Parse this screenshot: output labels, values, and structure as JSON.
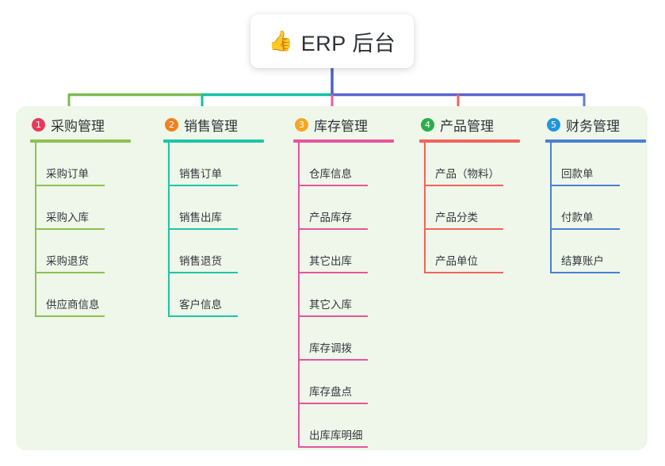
{
  "diagram": {
    "type": "mind-map",
    "root": {
      "icon": "thumbs-up-icon",
      "glyph": "👍",
      "title": "ERP 后台"
    },
    "panel_color": "#eef7e9",
    "trunk_color": "#4a62c8",
    "branches": [
      {
        "number": "1",
        "title": "采购管理",
        "badge_color": "#e8395c",
        "line_color": "#8cc152",
        "connector_color": "#7cbb4f",
        "items": [
          "采购订单",
          "采购入库",
          "采购退货",
          "供应商信息"
        ]
      },
      {
        "number": "2",
        "title": "销售管理",
        "badge_color": "#f0811f",
        "line_color": "#1fc4a8",
        "connector_color": "#11bfa4",
        "items": [
          "销售订单",
          "销售出库",
          "销售退货",
          "客户信息"
        ]
      },
      {
        "number": "3",
        "title": "库存管理",
        "badge_color": "#f5a623",
        "line_color": "#e8539e",
        "connector_color": "#ea5ba3",
        "items": [
          "仓库信息",
          "产品库存",
          "其它出库",
          "其它入库",
          "库存调拨",
          "库存盘点",
          "出库库明细"
        ]
      },
      {
        "number": "4",
        "title": "产品管理",
        "badge_color": "#2aae4a",
        "line_color": "#f2635c",
        "connector_color": "#f2635c",
        "items": [
          "产品（物料）",
          "产品分类",
          "产品单位"
        ]
      },
      {
        "number": "5",
        "title": "财务管理",
        "badge_color": "#2196dd",
        "line_color": "#4a7fd4",
        "connector_color": "#5b7fd8",
        "items": [
          "回款单",
          "付款单",
          "结算账户"
        ]
      }
    ]
  }
}
